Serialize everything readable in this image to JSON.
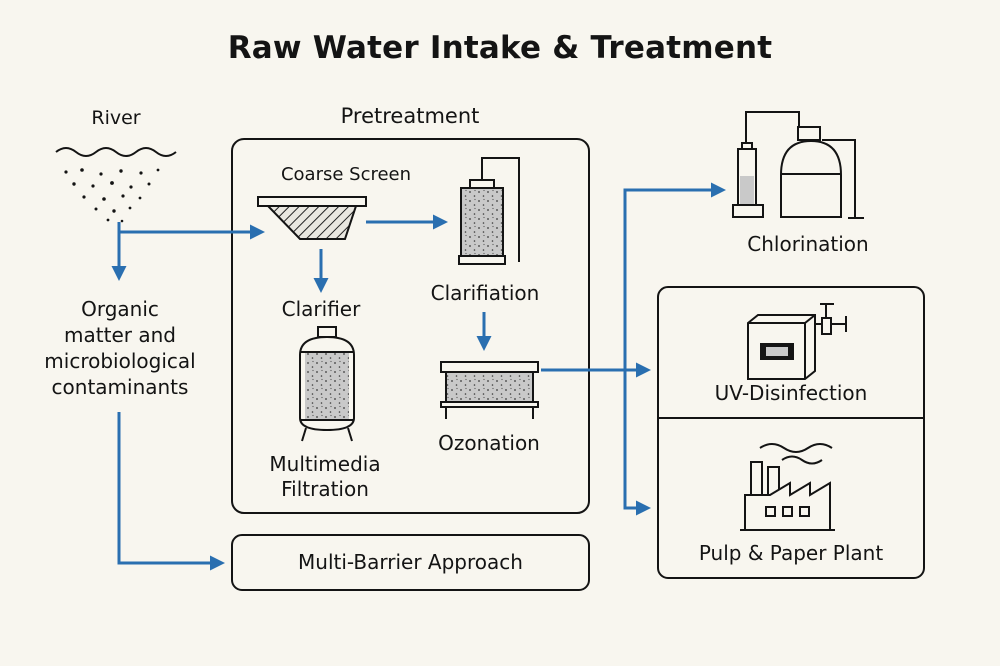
{
  "title": "Raw Water Intake & Treatment",
  "source": {
    "label": "River"
  },
  "contaminants": {
    "label": "Organic\nmatter and\nmicrobiological\ncontaminants"
  },
  "pretreatment": {
    "label": "Pretreatment",
    "coarse_screen": "Coarse Screen",
    "clarifier": "Clarifier",
    "multimedia_filtration": "Multimedia\nFiltration",
    "clarification": "Clarifiation",
    "ozonation": "Ozonation"
  },
  "multi_barrier": {
    "label": "Multi-Barrier Approach"
  },
  "outputs": {
    "chlorination": "Chlorination",
    "uv_disinfection": "UV-Disinfection",
    "pulp_paper_plant": "Pulp & Paper Plant"
  },
  "colors": {
    "arrow": "#2a6fb0",
    "line": "#141414",
    "background": "#f8f6ef",
    "fill_gray": "#c9c9c9"
  },
  "icons": {
    "river": "river-waves-icon",
    "coarse_screen": "bar-screen-icon",
    "clarifier": "pressure-vessel-icon",
    "clarification": "filter-column-icon",
    "ozonation": "ozone-reactor-icon",
    "chlorination": "chlorine-tank-icon",
    "uv": "uv-unit-icon",
    "plant": "factory-icon"
  }
}
